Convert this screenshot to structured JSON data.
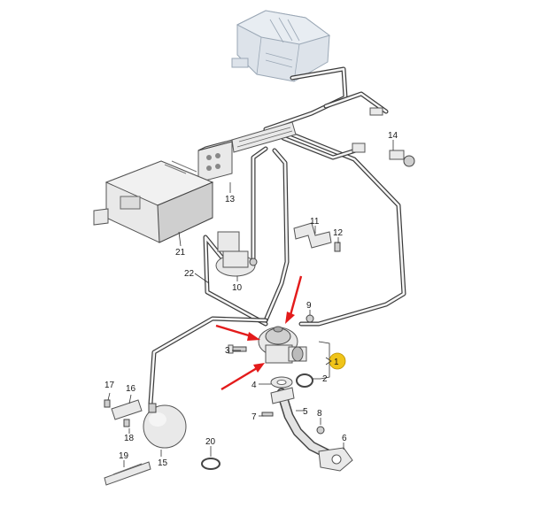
{
  "callouts": {
    "c1": "1",
    "c2": "2",
    "c3": "3",
    "c4": "4",
    "c5": "5",
    "c6": "6",
    "c7": "7",
    "c8": "8",
    "c9": "9",
    "c10": "10",
    "c11": "11",
    "c12": "12",
    "c13": "13",
    "c14": "14",
    "c15": "15",
    "c16": "16",
    "c17": "17",
    "c18": "18",
    "c19": "19",
    "c20": "20",
    "c21": "21",
    "c22": "22"
  },
  "highlighted_callout": "1",
  "colors": {
    "arrow": "#e31b1b",
    "highlight": "#f0c419",
    "ghost_part": "#dde3ea"
  }
}
